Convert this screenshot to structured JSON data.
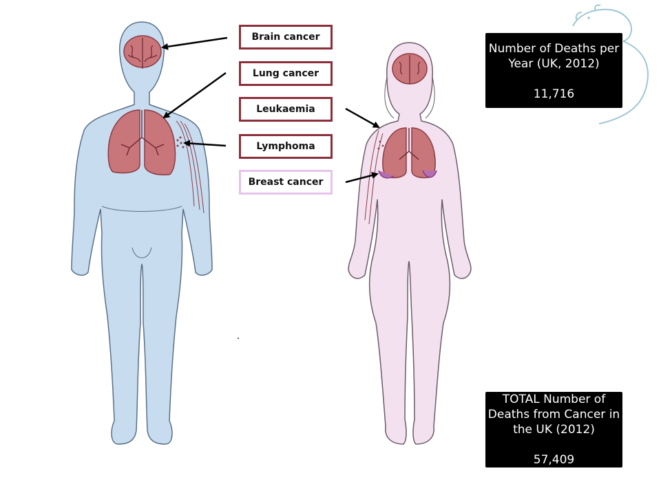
{
  "labels": [
    {
      "text": "Brain cancer"
    },
    {
      "text": "Lung cancer"
    },
    {
      "text": "Leukaemia"
    },
    {
      "text": "Lymphoma"
    },
    {
      "text": "Breast cancer"
    }
  ],
  "stats_top": {
    "title": "Number of Deaths per Year (UK, 2012)",
    "line1": "Number of Deaths per",
    "line2": "Year (UK, 2012)",
    "value": "11,716"
  },
  "stats_bottom": {
    "line1": "TOTAL Number of",
    "line2": "Deaths from Cancer in",
    "line3": "the UK (2012)",
    "value": "57,409"
  },
  "colors": {
    "male_body": "#c8dcf0",
    "female_body": "#f3e1ef",
    "organ": "#c9767a",
    "organ_dark": "#8b3a44",
    "label_border": "#8b2e3a",
    "breast_label_border": "#e6c2ec",
    "stat_bg": "#000000",
    "logo": "#9fc7d3"
  },
  "icons": [
    "mouse-logo-icon",
    "brain-icon",
    "lungs-icon"
  ]
}
